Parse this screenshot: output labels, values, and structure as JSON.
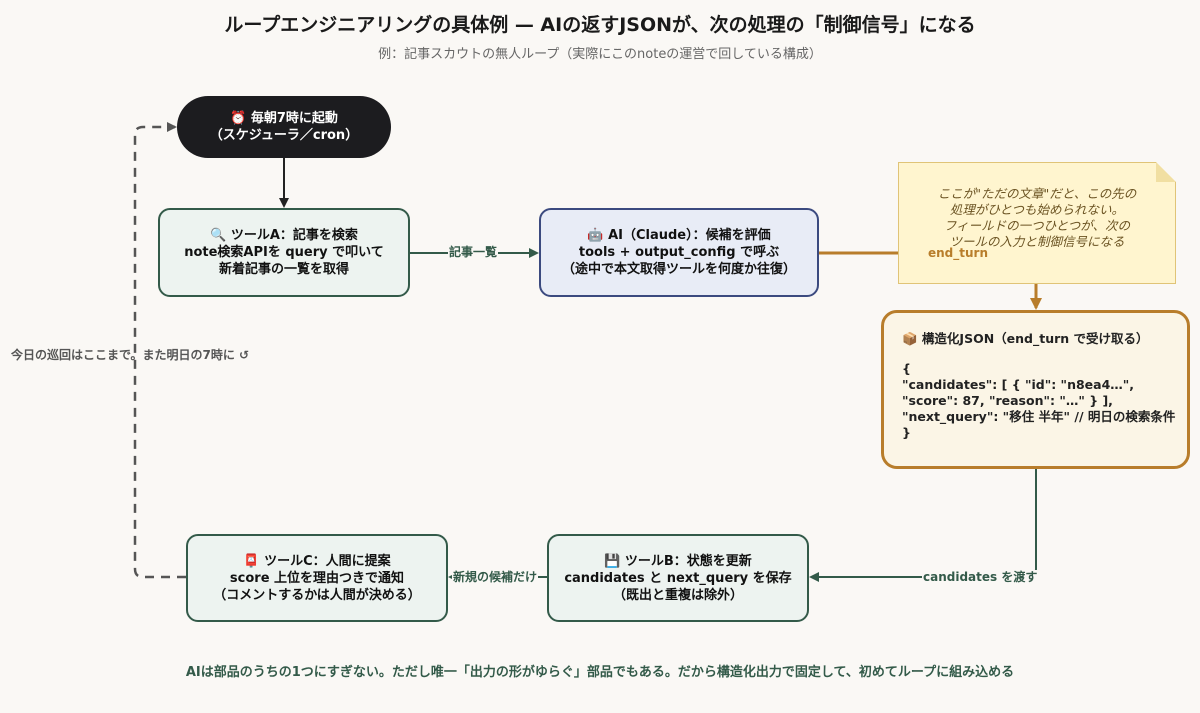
{
  "title": "ループエンジニアリングの具体例 — AIの返すJSONが、次の処理の「制御信号」になる",
  "subtitle": "例：記事スカウトの無人ループ（実際にこのnoteの運営で回している構成）",
  "nodes": {
    "start": {
      "lines": [
        "⏰ 毎朝7時に起動",
        "（スケジューラ／cron）"
      ]
    },
    "tool_a": {
      "lines": [
        "🔍 ツールA：記事を検索",
        "note検索APIを query で叩いて",
        "新着記事の一覧を取得"
      ]
    },
    "ai": {
      "lines": [
        "🤖 AI（Claude）：候補を評価",
        "tools + output_config で呼ぶ",
        "（途中で本文取得ツールを何度か往復）"
      ]
    },
    "json": {
      "title": "📦 構造化JSON（end_turn で受け取る）",
      "code": [
        "{",
        "\"candidates\": [ { \"id\": \"n8ea4…\",",
        "\"score\": 87, \"reason\": \"…\" } ],",
        "\"next_query\": \"移住 半年\" // 明日の検索条件",
        "}"
      ]
    },
    "tool_b": {
      "lines": [
        "💾 ツールB：状態を更新",
        "candidates と next_query を保存",
        "（既出と重複は除外）"
      ]
    },
    "tool_c": {
      "lines": [
        "📮 ツールC：人間に提案",
        "score 上位を理由つきで通知",
        "（コメントするかは人間が決める）"
      ]
    }
  },
  "note": {
    "lines": [
      "ここが\"ただの文章\"だと、この先の",
      "処理がひとつも始められない。",
      "フィールドの一つひとつが、次の",
      "ツールの入力と制御信号になる"
    ]
  },
  "edge_labels": {
    "article_list": "記事一覧",
    "end_turn": "end_turn",
    "candidates_pass": "candidates を渡す",
    "new_only": "新規の候補だけ",
    "loop_back": "今日の巡回はここまで。また明日の7時に ↺"
  },
  "footer": "AIは部品のうちの1つにすぎない。ただし唯一「出力の形がゆらぐ」部品でもある。だから構造化出力で固定して、初めてループに組み込める",
  "colors": {
    "green": "#335a49",
    "navy": "#3b4a7f",
    "orange": "#b87d2b",
    "dark": "#1c1c1f",
    "gray_dashed": "#555555"
  }
}
